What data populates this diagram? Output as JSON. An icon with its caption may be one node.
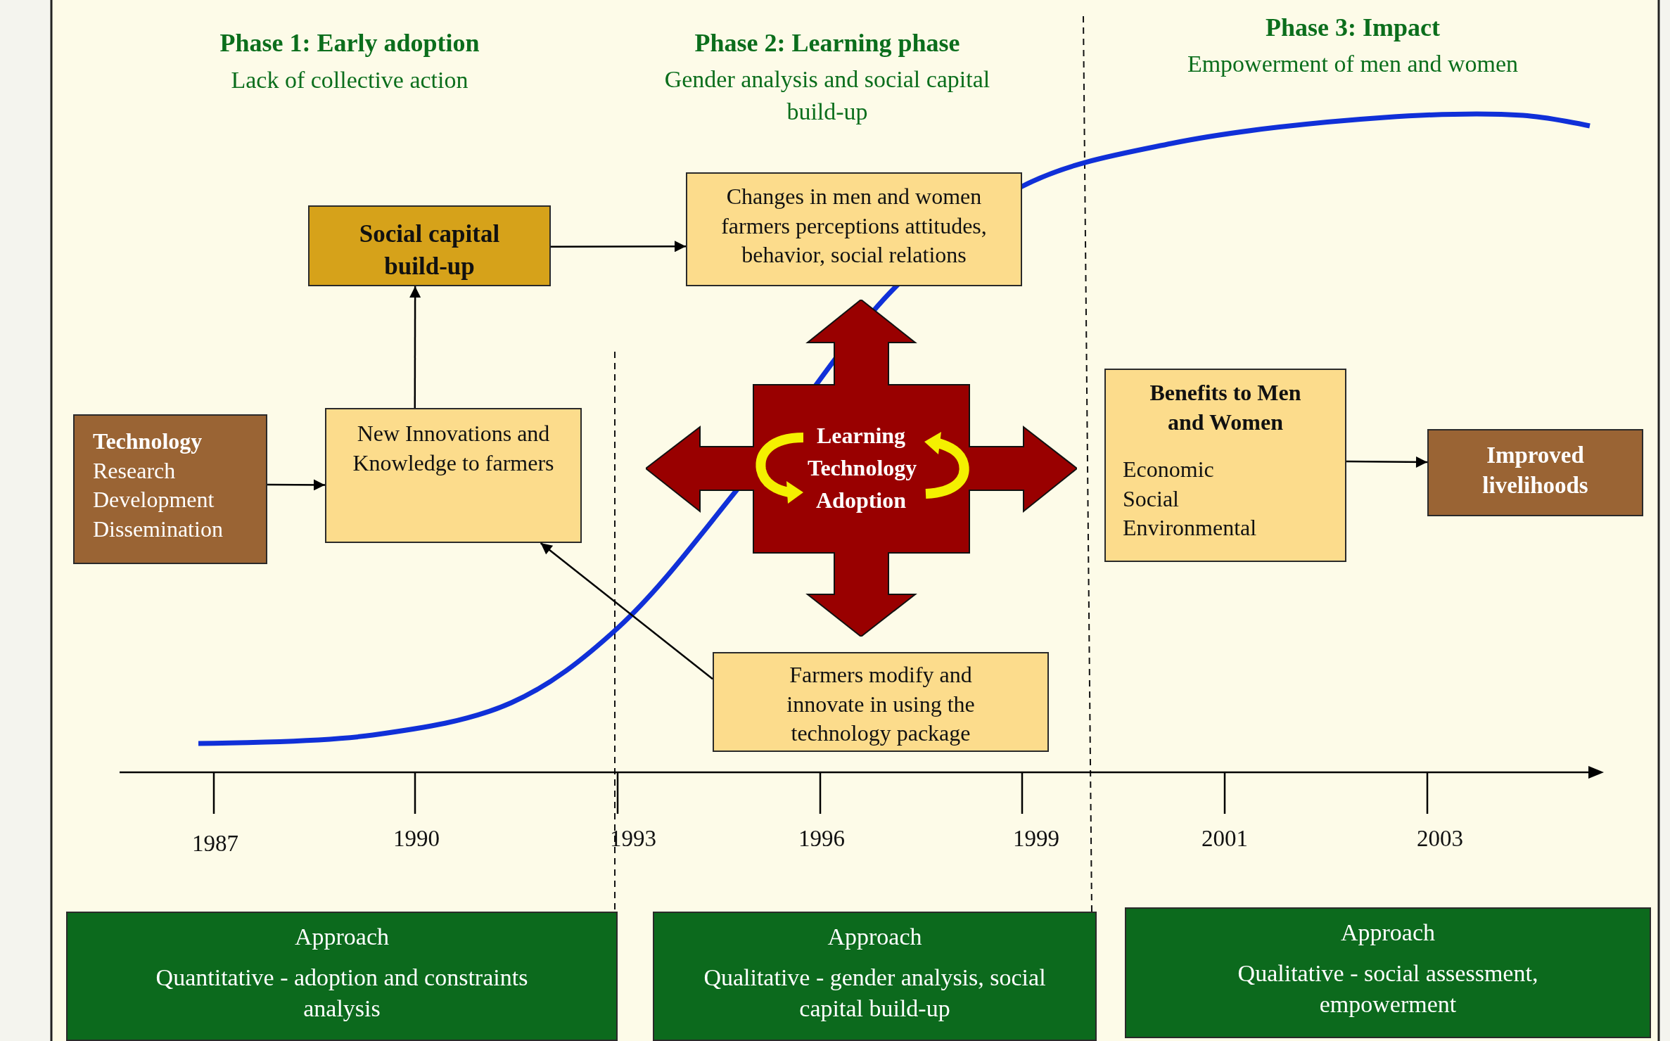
{
  "diagram": {
    "nodes": [
      {
        "text": [
          "Technology",
          "Research",
          "Development",
          "Dissemination"
        ]
      },
      {
        "text": [
          "New Innovations and Knowledge to farmers"
        ]
      },
      {
        "text": [
          "Social capital build-up"
        ]
      },
      {
        "text": [
          "Changes in men and women farmers perceptions attitudes, behavior, social relations"
        ]
      },
      {
        "text": [
          "Learning Technology Adoption"
        ]
      },
      {
        "text": [
          "Farmers modify and innovate in using the technology package"
        ]
      },
      {
        "text": [
          "Benefits to Men and Women",
          "Economic",
          "Social",
          "Environmental"
        ]
      },
      {
        "text": [
          "Improved livelihoods"
        ]
      },
      {
        "text": [
          "Approach",
          "Quantitative - adoption and constraints analysis"
        ]
      },
      {
        "text": [
          "Approach",
          "Qualitative - gender analysis, social capital build-up"
        ]
      },
      {
        "text": [
          "Approach",
          "Qualitative - social assessment, empowerment"
        ]
      }
    ],
    "edges": [
      {
        "from": 0,
        "to": 1,
        "arrow": "to"
      },
      {
        "from": 1,
        "to": 2,
        "arrow": "to"
      },
      {
        "from": 2,
        "to": 3,
        "arrow": "to"
      },
      {
        "from": 5,
        "to": 1,
        "arrow": "to"
      },
      {
        "from": 6,
        "to": 7,
        "arrow": "to"
      }
    ],
    "labels": [
      "Phase 1: Early adoption",
      "Lack of collective action",
      "Phase 2: Learning phase",
      "Gender analysis and social capital build-up",
      "Phase 3: Impact",
      "Empowerment of men and women",
      "1987",
      "1990",
      "1993",
      "1996",
      "1999",
      "2001",
      "2003"
    ]
  }
}
